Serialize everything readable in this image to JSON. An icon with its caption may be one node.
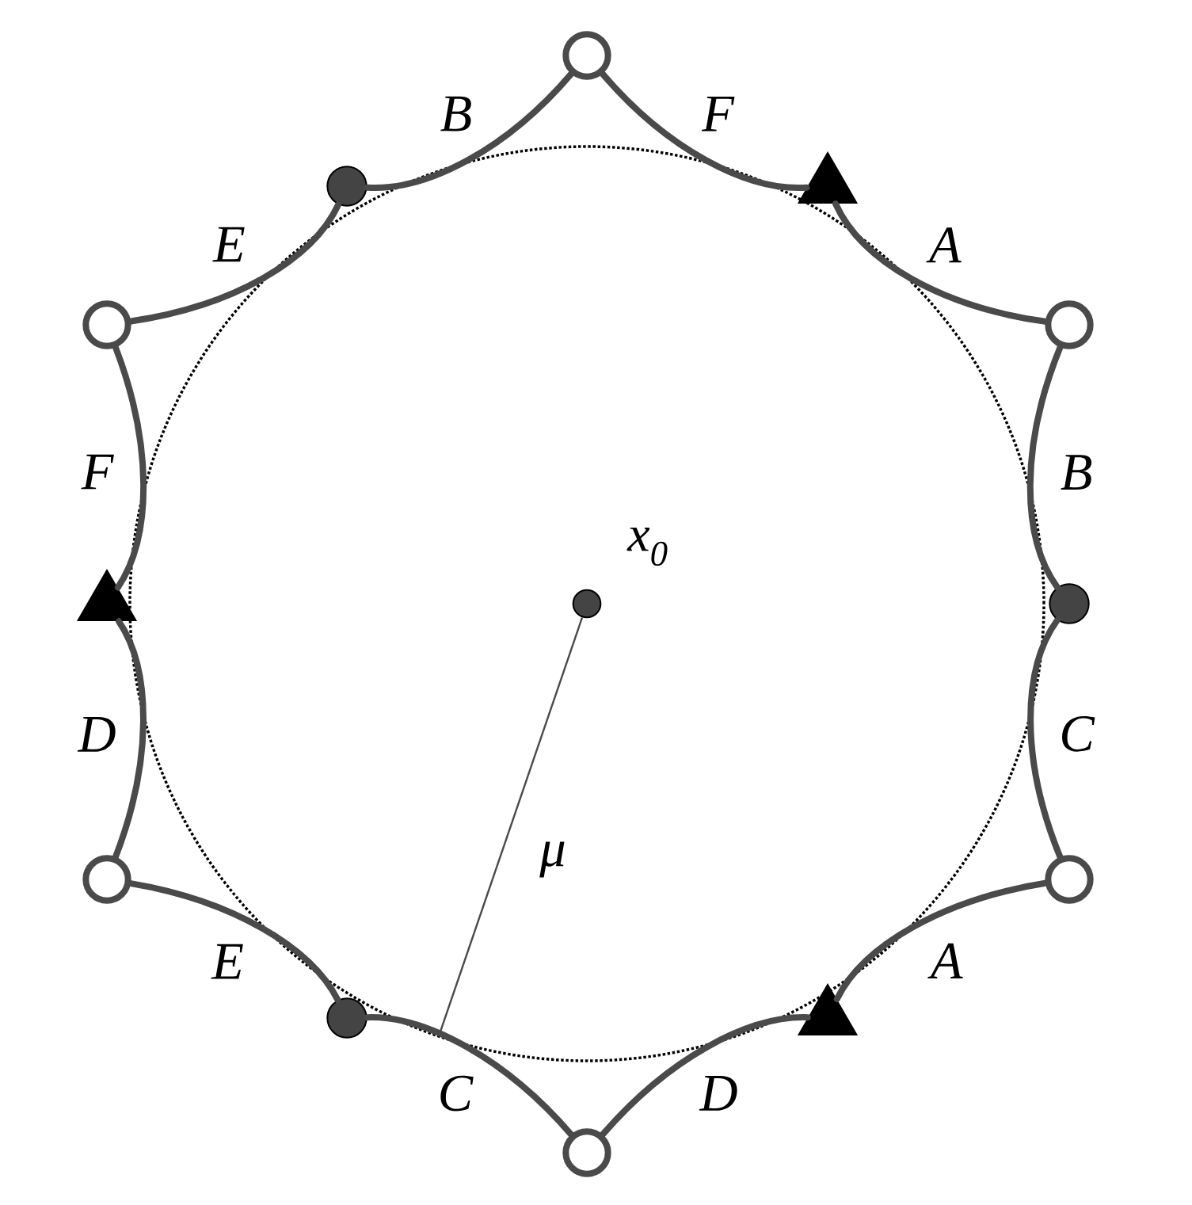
{
  "diagram": {
    "nodes": [
      {
        "text": [],
        "shape": "ring"
      },
      {
        "text": [],
        "shape": "triangle"
      },
      {
        "text": [],
        "shape": "ring"
      },
      {
        "text": [],
        "shape": "circle"
      },
      {
        "text": [],
        "shape": "ring"
      },
      {
        "text": [],
        "shape": "triangle"
      },
      {
        "text": [],
        "shape": "ring"
      },
      {
        "text": [],
        "shape": "circle"
      },
      {
        "text": [],
        "shape": "ring"
      },
      {
        "text": [],
        "shape": "triangle"
      },
      {
        "text": [],
        "shape": "ring"
      },
      {
        "text": [],
        "shape": "circle"
      },
      {
        "text": [],
        "shape": "circle",
        "beside": [
          "x$_{0}$"
        ]
      }
    ],
    "edges": [
      {
        "from": 0,
        "to": 1,
        "arrow": "none",
        "label": "F"
      },
      {
        "from": 1,
        "to": 2,
        "arrow": "none",
        "label": "A"
      },
      {
        "from": 2,
        "to": 3,
        "arrow": "none",
        "label": "B"
      },
      {
        "from": 3,
        "to": 4,
        "arrow": "none",
        "label": "C"
      },
      {
        "from": 4,
        "to": 5,
        "arrow": "none",
        "label": "A"
      },
      {
        "from": 5,
        "to": 6,
        "arrow": "none",
        "label": "D"
      },
      {
        "from": 6,
        "to": 7,
        "arrow": "none",
        "label": "C"
      },
      {
        "from": 7,
        "to": 8,
        "arrow": "none",
        "label": "E"
      },
      {
        "from": 8,
        "to": 9,
        "arrow": "none",
        "label": "D"
      },
      {
        "from": 9,
        "to": 10,
        "arrow": "none",
        "label": "F"
      },
      {
        "from": 10,
        "to": 11,
        "arrow": "none",
        "label": "E"
      },
      {
        "from": 11,
        "to": 0,
        "arrow": "none",
        "label": "B"
      },
      {
        "from": 12,
        "to": null,
        "arrow": "none",
        "label": "μ"
      }
    ]
  }
}
